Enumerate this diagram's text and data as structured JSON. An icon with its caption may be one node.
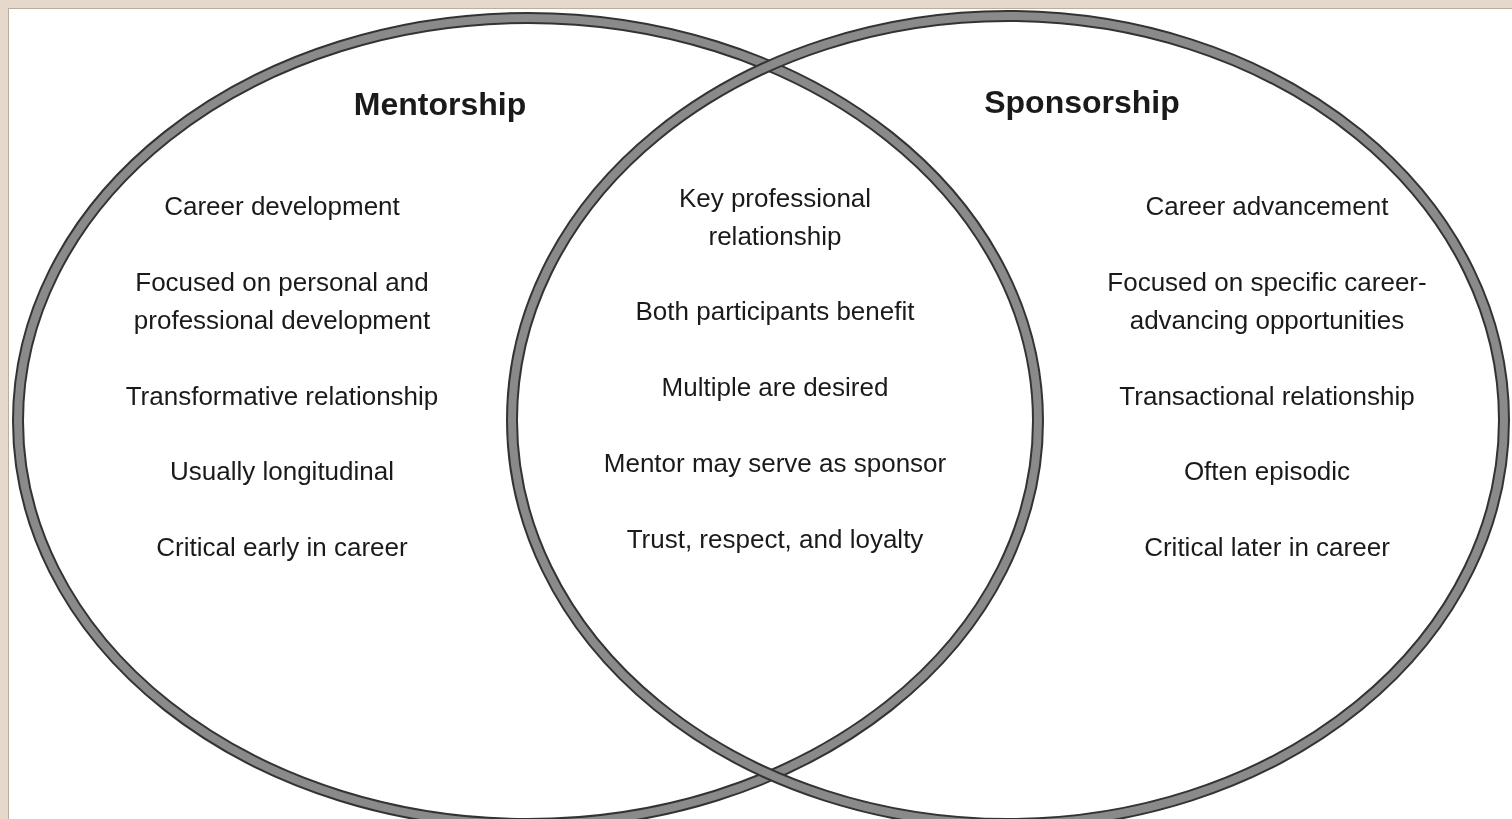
{
  "diagram": {
    "nodes": [
      {
        "text": [
          "Mentorship",
          "Career development",
          "Focused on personal and professional development",
          "Transformative relationship",
          "Usually longitudinal",
          "Critical early in career"
        ]
      },
      {
        "text": [
          "Sponsorship",
          "Career advancement",
          "Focused on specific career-advancing opportunities",
          "Transactional relationship",
          "Often episodic",
          "Critical later in career"
        ]
      }
    ],
    "labels": [
      "Key professional relationship",
      "Both participants benefit",
      "Multiple are desired",
      "Mentor may serve as sponsor",
      "Trust, respect, and loyalty"
    ]
  }
}
